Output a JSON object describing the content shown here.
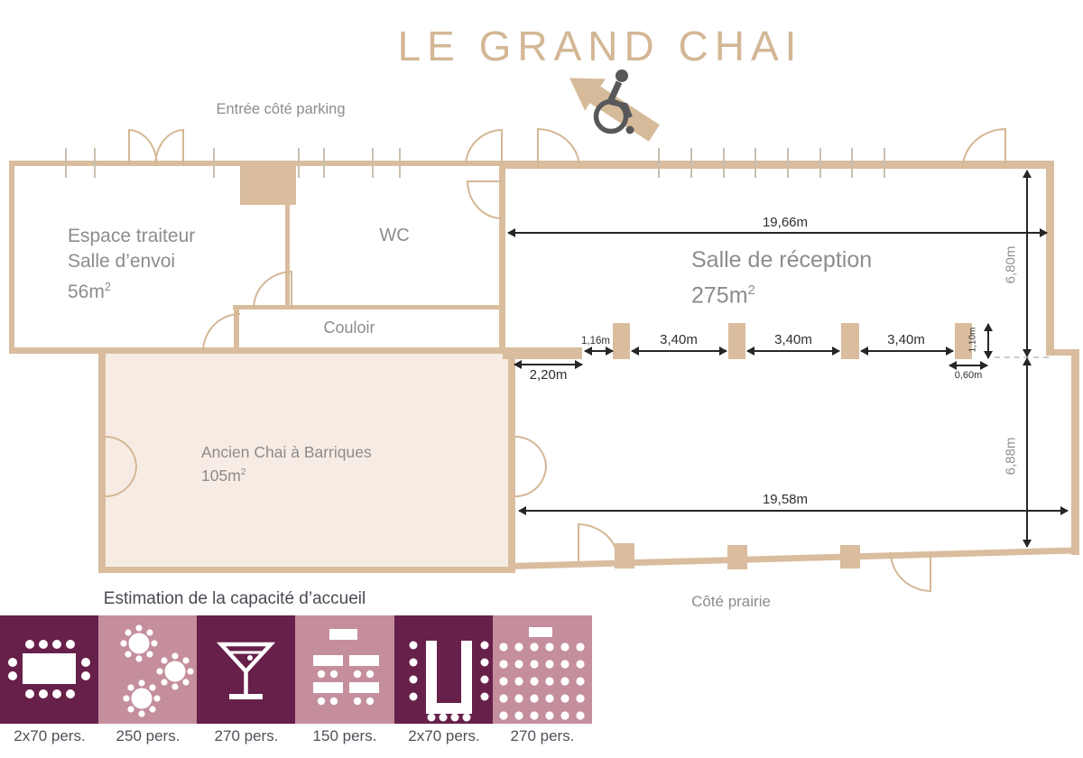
{
  "title": "LE GRAND CHAI",
  "colors": {
    "wall_tan": "#d9bd9e",
    "room_fill_pink": "#f7ece4",
    "legend_plum": "#67204a",
    "legend_rose": "#c48e9c",
    "room_text_gray": "#8c8c8c",
    "dimension_dark": "#2f2f2f"
  },
  "plan": {
    "entrance_label": "Entrée côté parking",
    "prairie_label": "Côté prairie",
    "rooms": {
      "espace_traiteur": {
        "line1": "Espace traiteur",
        "line2": "Salle d’envoi",
        "area": "56m",
        "exp": "2"
      },
      "wc": {
        "name": "WC"
      },
      "couloir": {
        "name": "Couloir"
      },
      "reception": {
        "name": "Salle de réception",
        "area": "275m",
        "exp": "2"
      },
      "chai": {
        "name": "Ancien Chai à Barriques",
        "area": "105m",
        "exp": "2"
      }
    },
    "dimensions": {
      "top_width": "19,66m",
      "right_upper": "6,80m",
      "right_lower": "6,88m",
      "bottom_width": "19,58m",
      "left_offset": "2,20m",
      "first_gap": "1,16m",
      "gaps": [
        "3,40m",
        "3,40m",
        "3,40m"
      ],
      "pillar_depth": "1,10m",
      "pillar_width": "0,60m"
    }
  },
  "legend": {
    "title": "Estimation de la capacité d’accueil",
    "items": [
      {
        "icon": "banquet-table-icon",
        "capacity": "2x70 pers."
      },
      {
        "icon": "round-tables-icon",
        "capacity": "250 pers."
      },
      {
        "icon": "cocktail-glass-icon",
        "capacity": "270 pers."
      },
      {
        "icon": "classroom-rows-icon",
        "capacity": "150 pers."
      },
      {
        "icon": "u-shape-table-icon",
        "capacity": "2x70 pers."
      },
      {
        "icon": "theater-rows-icon",
        "capacity": "270 pers."
      }
    ]
  }
}
